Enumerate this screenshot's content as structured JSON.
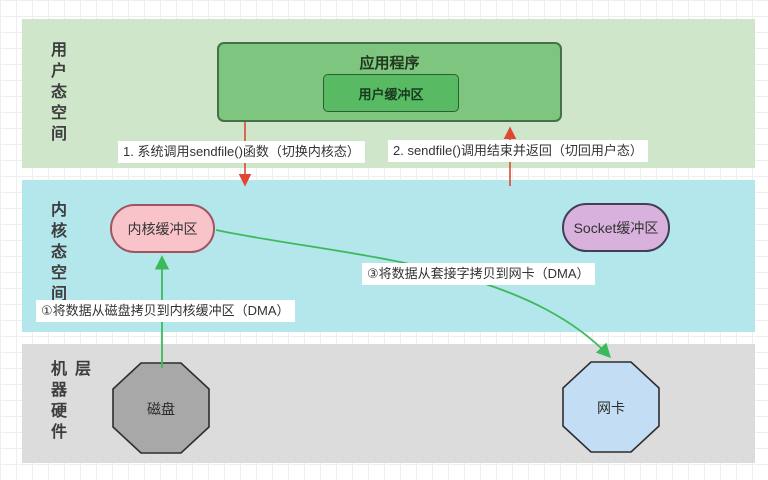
{
  "layers": {
    "user_space": {
      "label": "用户态空间",
      "color": "#cfe6ca"
    },
    "kernel_space": {
      "label": "内核态空间",
      "color": "#b4e7eb"
    },
    "hardware": {
      "label": "机器硬件层",
      "color": "#dcdcdc"
    }
  },
  "nodes": {
    "application": {
      "label": "应用程序",
      "fill": "#7ec57f"
    },
    "user_buffer": {
      "label": "用户缓冲区",
      "fill": "#58ba63"
    },
    "kernel_buffer": {
      "label": "内核缓冲区",
      "fill": "#f9c3ca"
    },
    "socket_buffer": {
      "label": "Socket缓冲区",
      "fill": "#d9b1dd"
    },
    "disk": {
      "label": "磁盘",
      "fill": "#a8a8a8"
    },
    "nic": {
      "label": "网卡",
      "fill": "#c2ddf4"
    }
  },
  "steps": {
    "step1": {
      "label": "1. 系统调用sendfile()函数（切换内核态）",
      "color": "#df4734",
      "direction": "down"
    },
    "step2": {
      "label": "2. sendfile()调用结束并返回（切回用户态）",
      "color": "#df4734",
      "direction": "up"
    },
    "dma_disk_to_kernel": {
      "label": "①将数据从磁盘拷贝到内核缓冲区（DMA）",
      "color": "#3bba5c",
      "direction": "up"
    },
    "dma_socket_to_nic": {
      "label": "③将数据从套接字拷贝到网卡（DMA）",
      "color": "#3bba5c",
      "direction": "curve-right-down"
    }
  }
}
